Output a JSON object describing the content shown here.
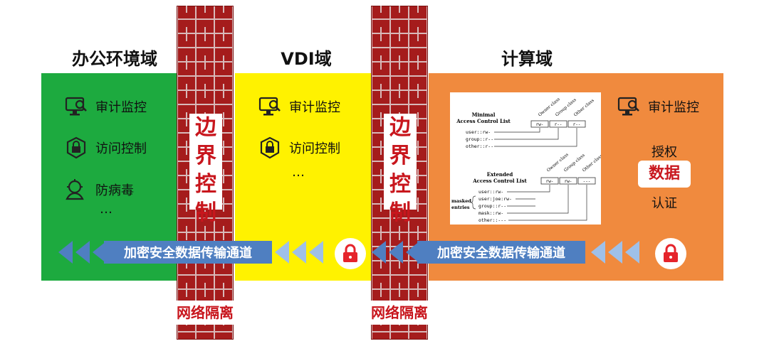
{
  "zones": {
    "office": {
      "title": "办公环境域",
      "items": [
        "审计监控",
        "访问控制",
        "防病毒"
      ],
      "more": "…",
      "color": "#1daa3f"
    },
    "vdi": {
      "title": "VDI域",
      "items": [
        "审计监控",
        "访问控制"
      ],
      "more": "…",
      "color": "#fff200"
    },
    "compute": {
      "title": "计算域",
      "items": [
        "审计监控"
      ],
      "color": "#f08a3e",
      "auth_top": "授权",
      "auth_mid": "数据",
      "auth_bottom": "认证"
    }
  },
  "walls": {
    "boundary_label": [
      "边",
      "界",
      "控",
      "制"
    ],
    "isolation_label": "网络隔离",
    "color": "#a51c1c"
  },
  "channel": {
    "label": "加密安全数据传输通道",
    "color": "#4f7fc1"
  },
  "acl": {
    "minimal_title_1": "Minimal",
    "minimal_title_2": "Access Control List",
    "minimal_entries": [
      "user::rw-",
      "group::r--",
      "other::r--"
    ],
    "minimal_cells": [
      "rw-",
      "r--",
      "r--"
    ],
    "extended_title_1": "Extended",
    "extended_title_2": "Access Control List",
    "extended_entries": [
      "user::rw-",
      "user:joe:rw-",
      "group::r--",
      "mask::rw-",
      "other::---"
    ],
    "extended_cells": [
      "rw-",
      "rw-",
      "---"
    ],
    "class_labels": [
      "Owner class",
      "Group class",
      "Other class"
    ],
    "masked_label_1": "masked",
    "masked_label_2": "entries"
  },
  "icons": [
    "monitor-audit-icon",
    "shield-lock-icon",
    "virus-shield-icon",
    "lock-icon"
  ]
}
